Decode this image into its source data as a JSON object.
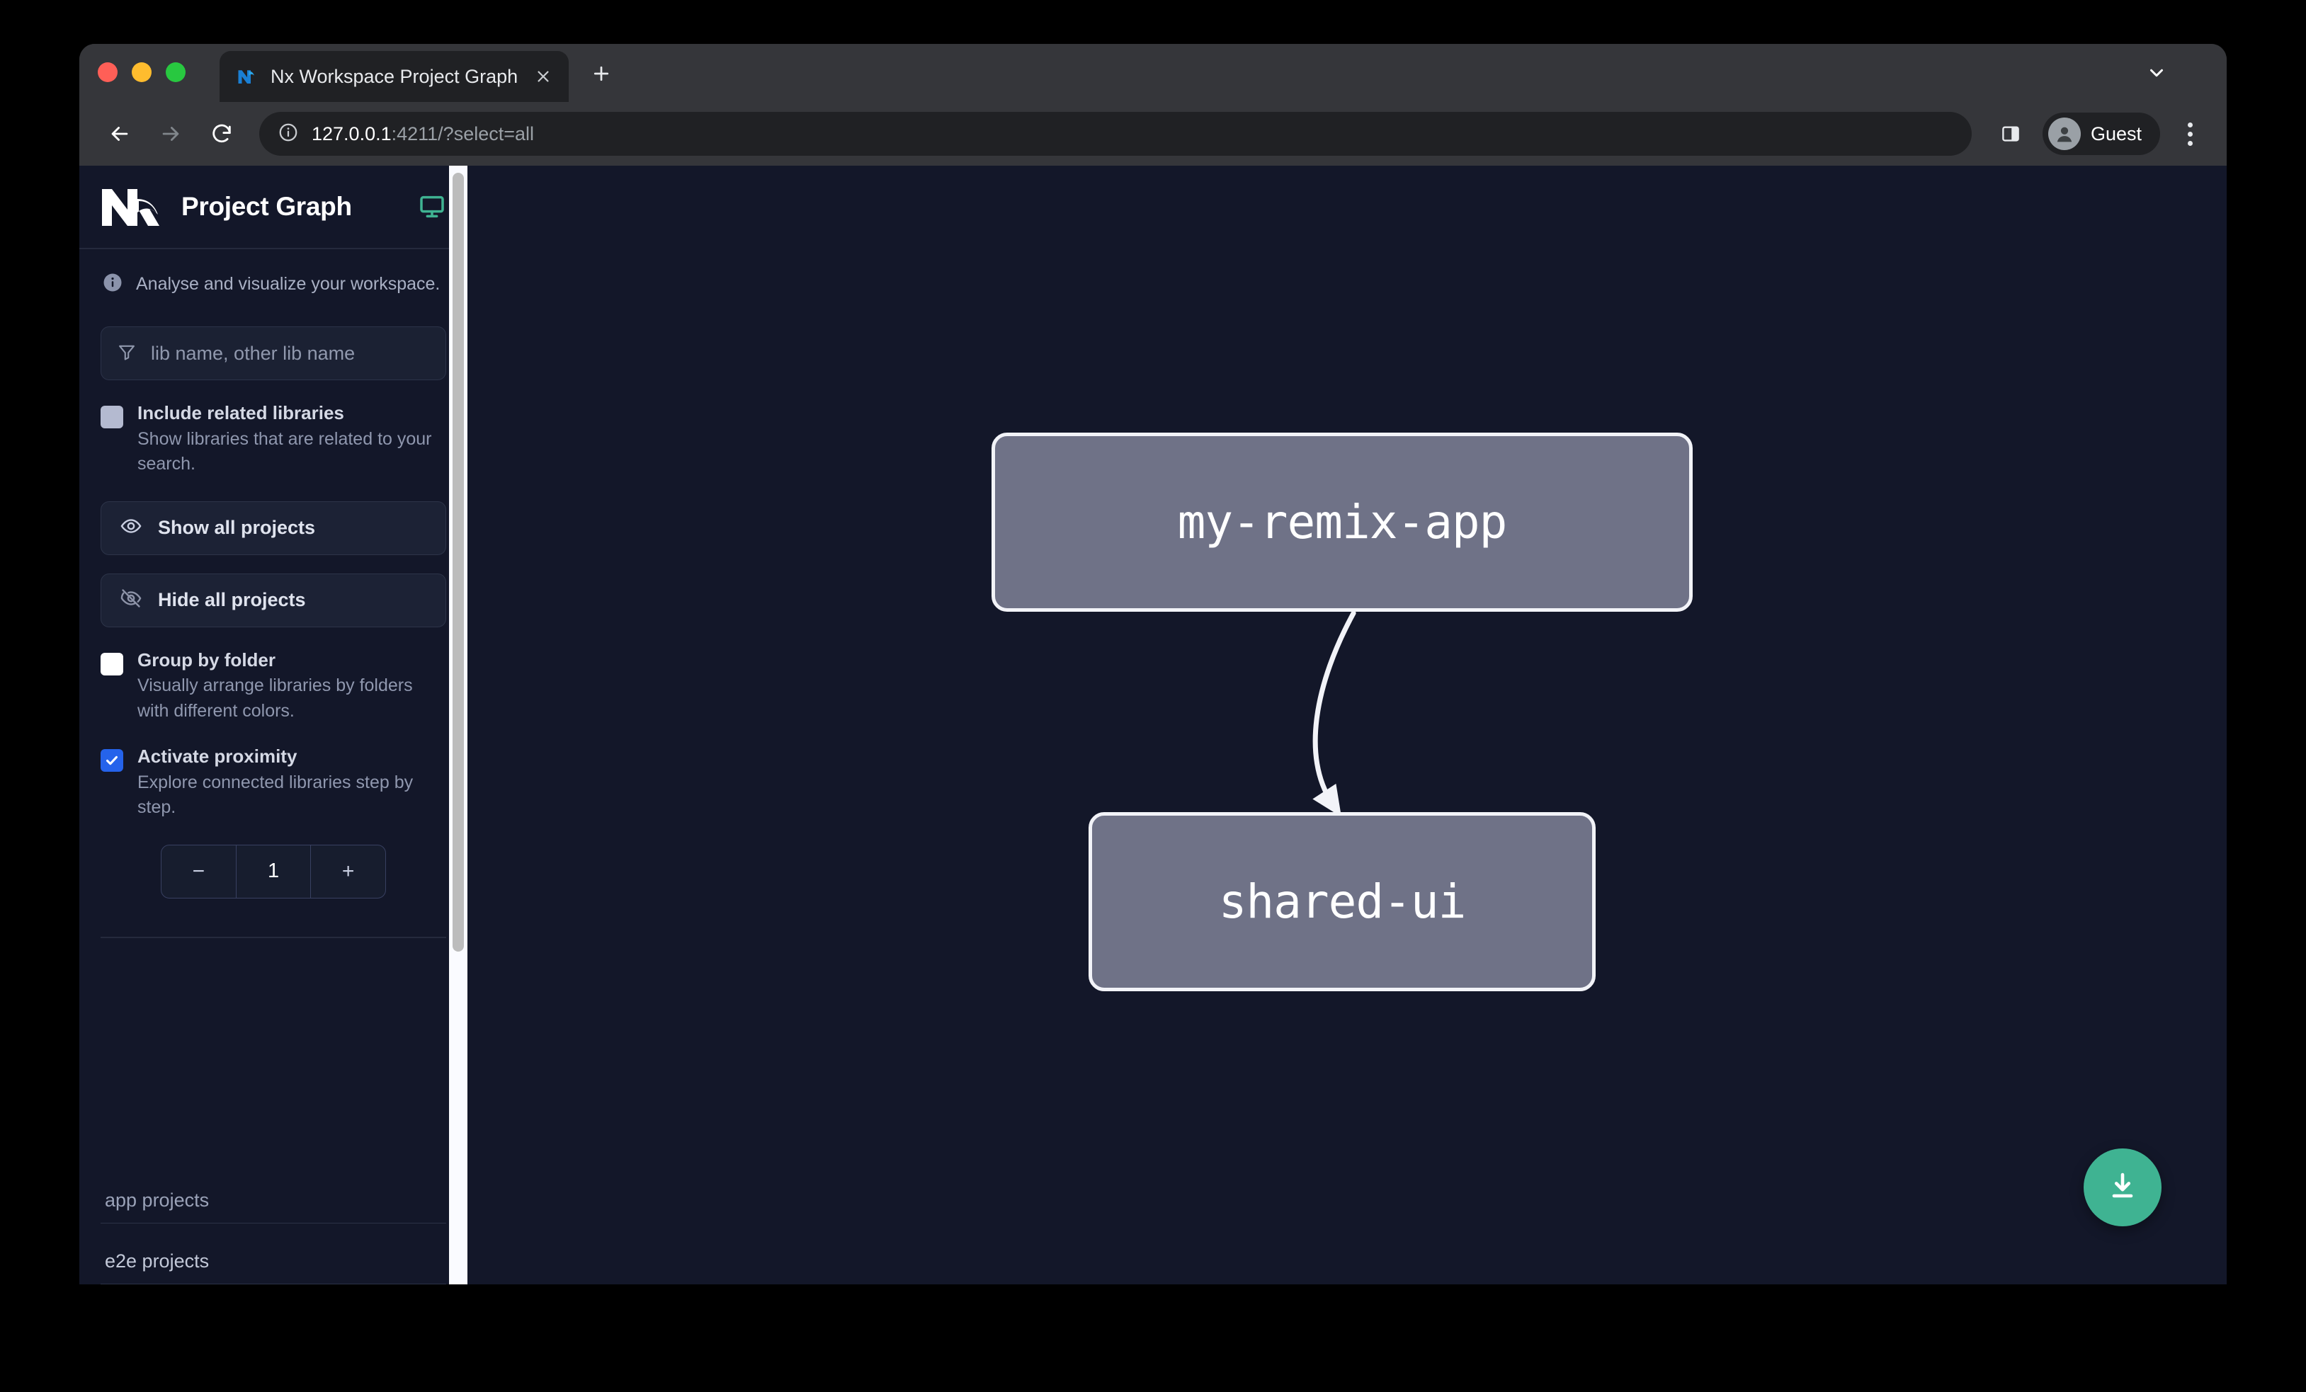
{
  "browser": {
    "tab": {
      "title": "Nx Workspace Project Graph",
      "favicon_icon": "nx-favicon-icon",
      "close_icon": "close-icon",
      "new_tab_icon": "plus-icon",
      "tab_list_icon": "chevron-down-icon"
    },
    "toolbar": {
      "back_icon": "arrow-left-icon",
      "forward_icon": "arrow-right-icon",
      "reload_icon": "reload-icon",
      "site_info_icon": "info-circle-icon",
      "url_host": "127.0.0.1",
      "url_rest": ":4211/?select=all",
      "url_full": "127.0.0.1:4211/?select=all",
      "side_panel_icon": "side-panel-icon",
      "profile_name": "Guest",
      "profile_avatar_icon": "person-icon",
      "menu_icon": "kebab-menu-icon"
    }
  },
  "sidebar": {
    "logo_icon": "nx-logo-icon",
    "title": "Project Graph",
    "monitor_icon": "monitor-icon",
    "info_icon": "info-circle-icon",
    "tagline": "Analyse and visualize your workspace.",
    "filter": {
      "icon": "filter-funnel-icon",
      "placeholder": "lib name, other lib name",
      "value": ""
    },
    "options": [
      {
        "label": "Include related libraries",
        "description": "Show libraries that are related to your search.",
        "state": "disabled-unchecked"
      },
      {
        "label": "Group by folder",
        "description": "Visually arrange libraries by folders with different colors.",
        "state": "unchecked"
      },
      {
        "label": "Activate proximity",
        "description": "Explore connected libraries step by step.",
        "state": "checked"
      }
    ],
    "buttons": [
      {
        "label": "Show all projects",
        "icon": "eye-icon"
      },
      {
        "label": "Hide all projects",
        "icon": "eye-slash-icon"
      }
    ],
    "stepper": {
      "decrement_label": "−",
      "value": "1",
      "increment_label": "+"
    },
    "project_sections": [
      {
        "label": "app projects"
      },
      {
        "label": "e2e projects"
      }
    ]
  },
  "graph": {
    "nodes": [
      {
        "id": "my-remix-app",
        "label": "my-remix-app"
      },
      {
        "id": "shared-ui",
        "label": "shared-ui"
      }
    ],
    "edges": [
      {
        "from": "my-remix-app",
        "to": "shared-ui"
      }
    ],
    "download_button": {
      "icon": "download-icon",
      "color": "#3fb392"
    }
  },
  "colors": {
    "page_background": "#131729",
    "sidebar_background": "#131729",
    "node_fill": "#6f7287",
    "node_border": "#f2f3f8",
    "accent_green": "#3fb392",
    "checkbox_checked": "#2563eb"
  }
}
